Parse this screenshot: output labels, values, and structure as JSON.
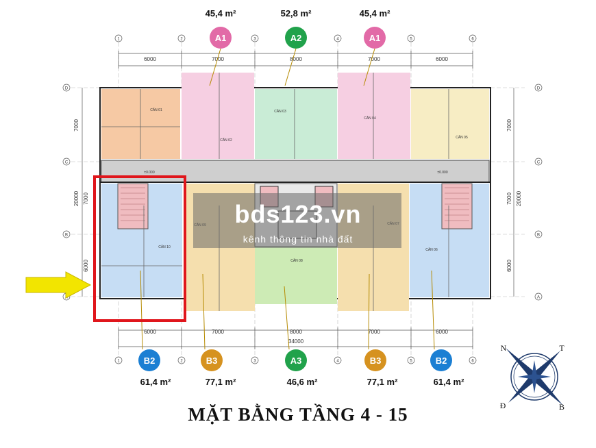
{
  "title": "MẶT BẰNG TẦNG 4 - 15",
  "watermark": {
    "main": "bds123.vn",
    "sub": "kênh thông tin nhà đất"
  },
  "top_units": [
    {
      "code": "A1",
      "area": "45,4 m²",
      "color": "#e26aa7"
    },
    {
      "code": "A2",
      "area": "52,8 m²",
      "color": "#21a24b"
    },
    {
      "code": "A1",
      "area": "45,4 m²",
      "color": "#e26aa7"
    }
  ],
  "bottom_units": [
    {
      "code": "B2",
      "area": "61,4 m²",
      "color": "#1b7fd3"
    },
    {
      "code": "B3",
      "area": "77,1 m²",
      "color": "#d6921f"
    },
    {
      "code": "A3",
      "area": "46,6 m²",
      "color": "#21a24b"
    },
    {
      "code": "B3",
      "area": "77,1 m²",
      "color": "#d6921f"
    },
    {
      "code": "B2",
      "area": "61,4 m²",
      "color": "#1b7fd3"
    }
  ],
  "dimensions": {
    "top": [
      "6000",
      "7000",
      "8000",
      "7000",
      "6000"
    ],
    "bottom": [
      "6000",
      "7000",
      "8000",
      "7000",
      "6000"
    ],
    "total": "34000",
    "left": [
      "7000",
      "20000",
      "7000",
      "6000"
    ],
    "right": [
      "7000",
      "20000",
      "7000",
      "6000"
    ]
  },
  "grid_labels": {
    "columns": [
      "1",
      "2",
      "3",
      "4",
      "5",
      "6"
    ],
    "rows": [
      "D",
      "C",
      "B",
      "A"
    ]
  },
  "apartments": [
    "CĂN 01",
    "CĂN 02",
    "CĂN 03",
    "CĂN 04",
    "CĂN 05",
    "CĂN 06",
    "CĂN 07",
    "CĂN 08",
    "CĂN 09",
    "CĂN 10"
  ],
  "level_marks": [
    "±0.000",
    "±0.000"
  ],
  "compass": {
    "north": "N",
    "east": "T",
    "west": "Đ",
    "south": "B"
  },
  "colors": {
    "highlight": "#e0161c",
    "arrow": "#f2e500",
    "unit_pink": "#f6cfe2",
    "unit_green": "#c9ecd6",
    "unit_orange": "#f6c9a4",
    "unit_yellow": "#f7edc4",
    "unit_blue": "#c6ddf4",
    "unit_tan": "#f5dfae",
    "unit_lime": "#cdebb5",
    "corridor": "#cfcfcf",
    "stair": "#f0bcc0"
  }
}
